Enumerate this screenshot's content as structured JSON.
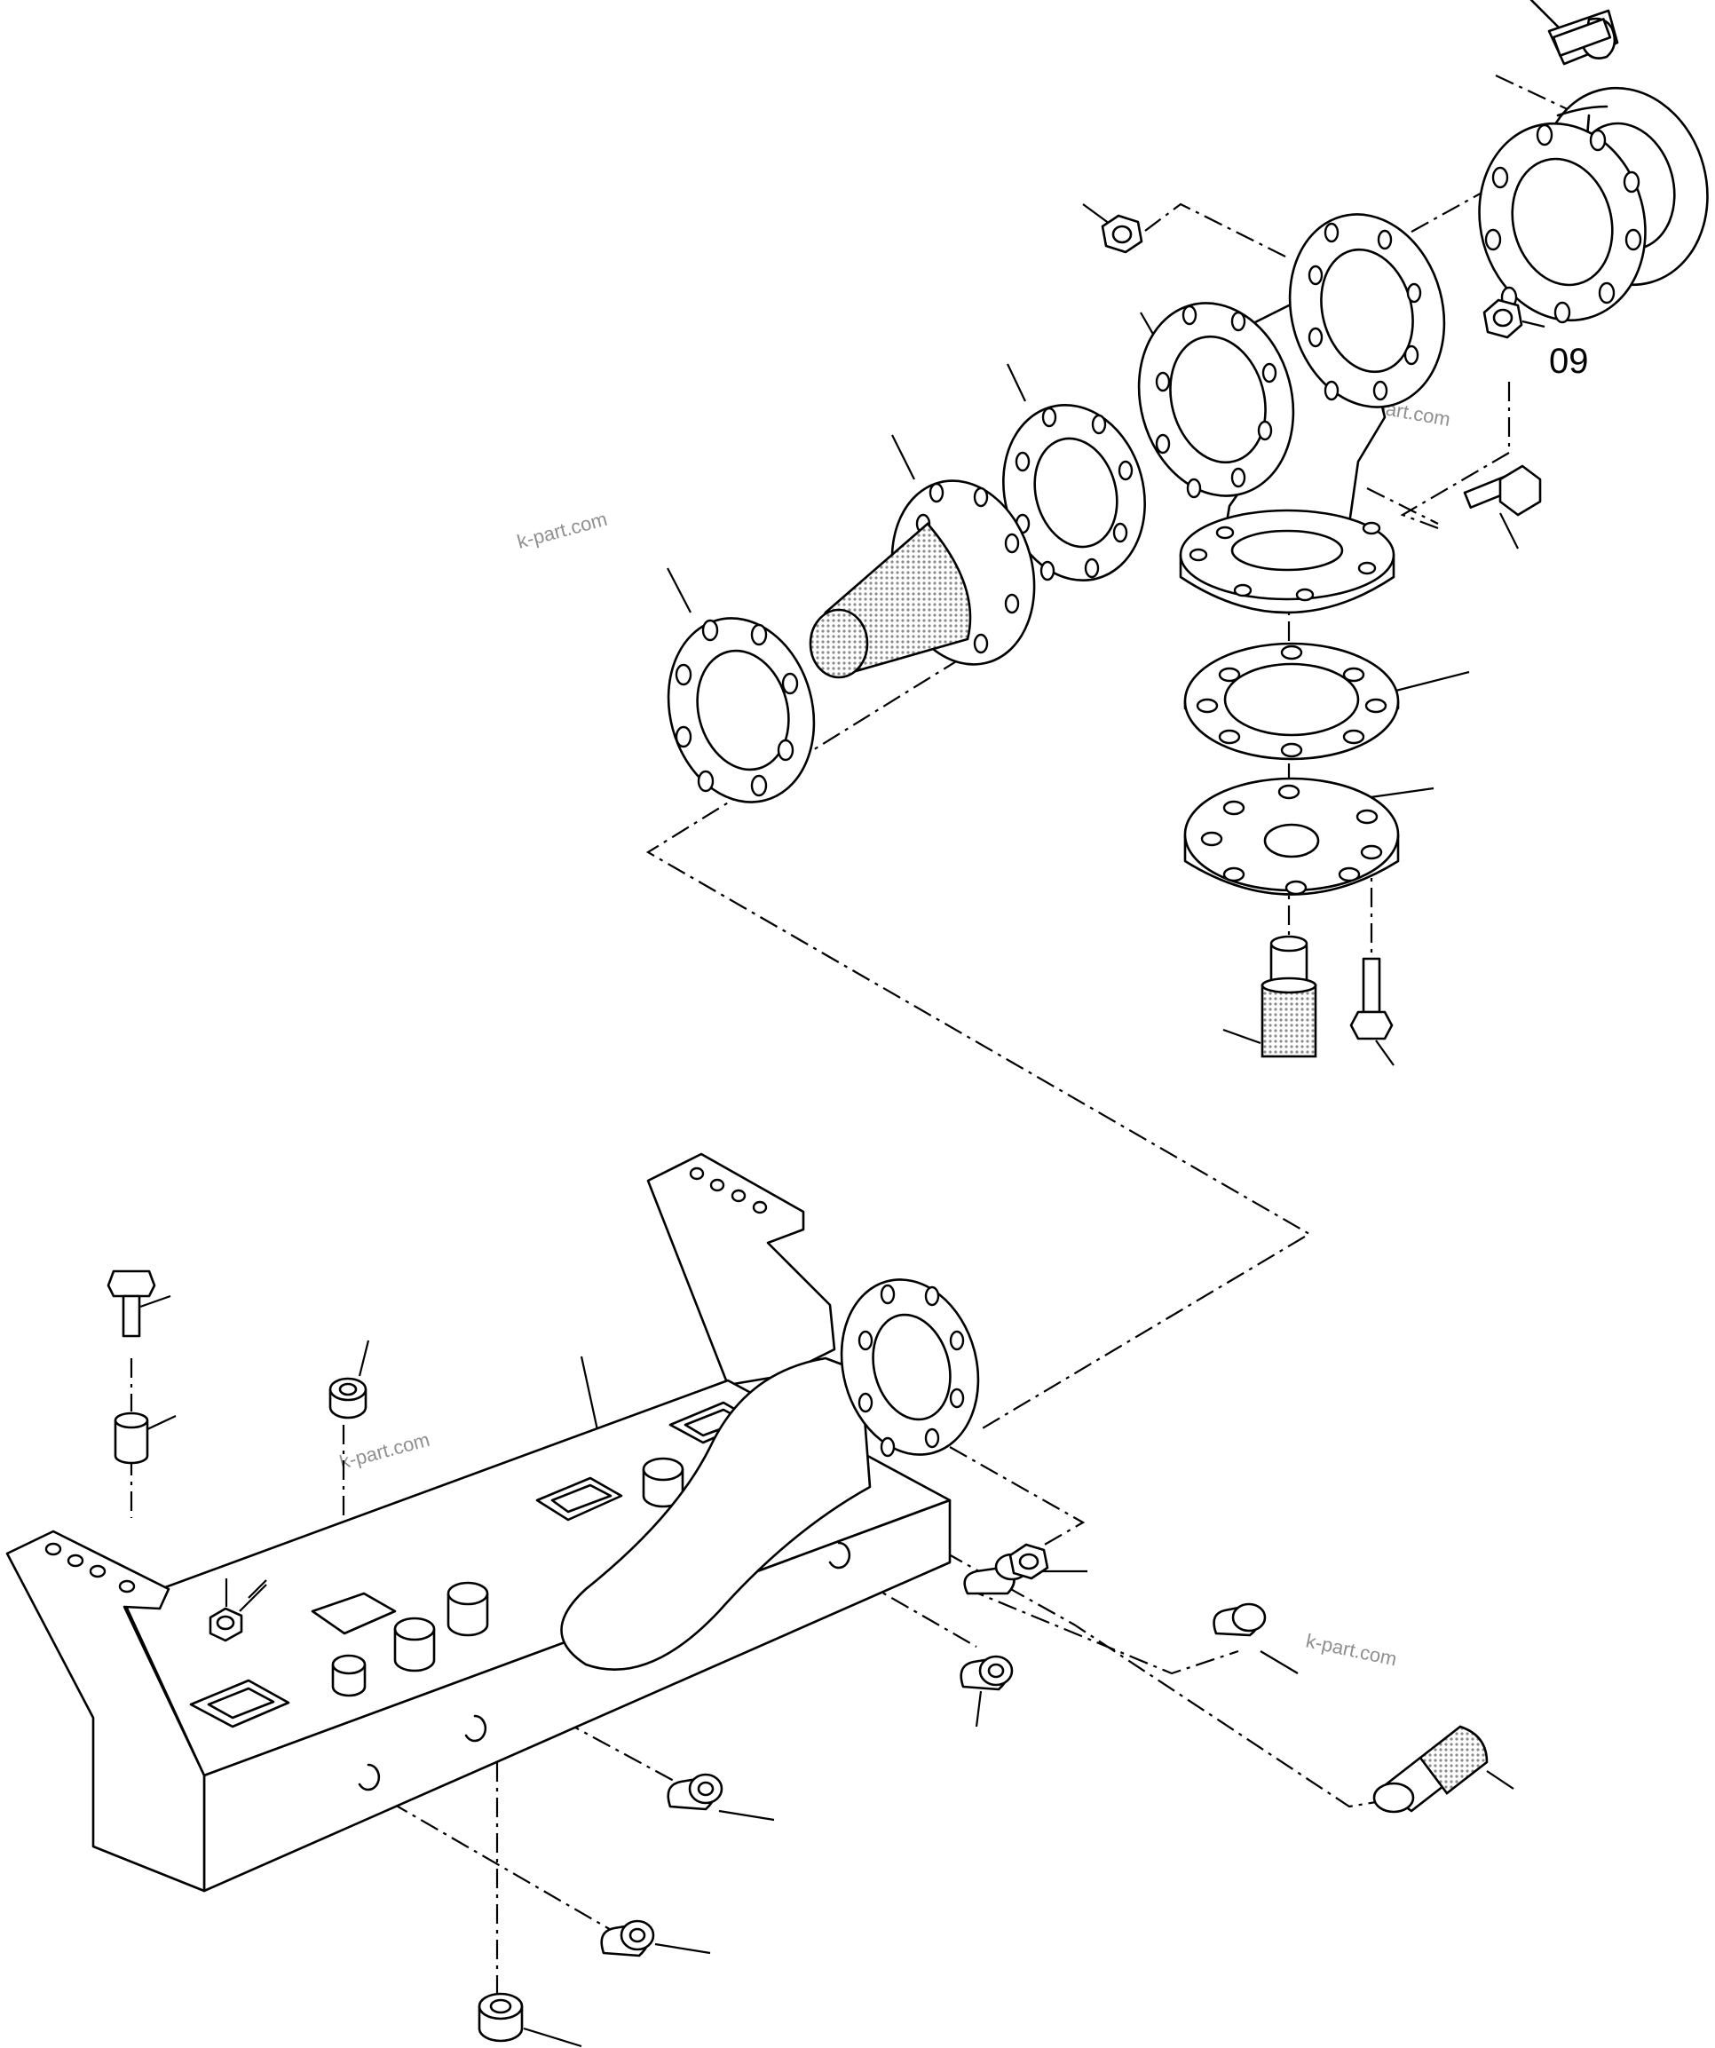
{
  "diagram": {
    "callouts": [
      {
        "id": "nut-09",
        "text": "09"
      }
    ],
    "watermarks": [
      "k-part.com",
      "k-part.com",
      "k-part.com",
      "k-part.com"
    ],
    "colors": {
      "line": "#000000",
      "background": "#ffffff",
      "watermark": "#8f8f8f",
      "screen_fill": "#c8c8c8"
    }
  }
}
